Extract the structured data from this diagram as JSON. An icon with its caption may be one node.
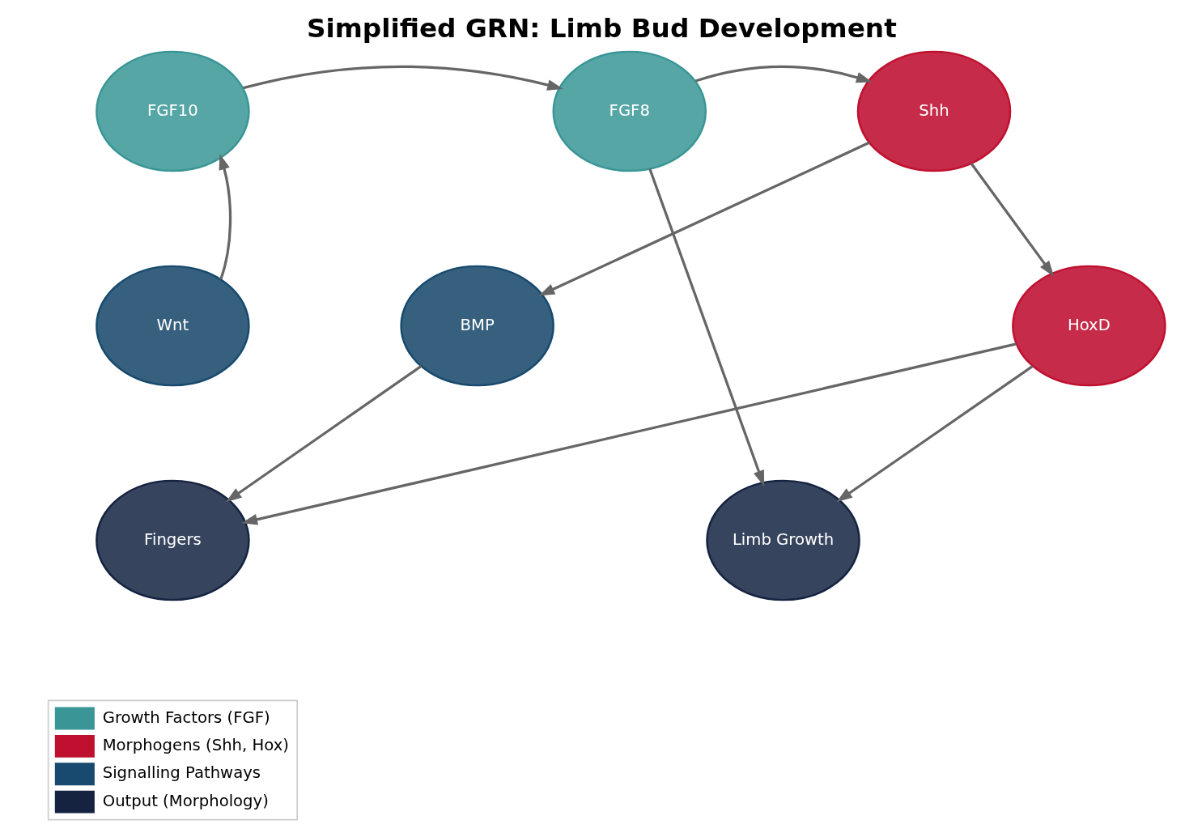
{
  "diagram": {
    "title": "Simplified GRN: Limb Bud Development",
    "nodes": [
      {
        "text": [
          "FGF10"
        ]
      },
      {
        "text": [
          "FGF8"
        ]
      },
      {
        "text": [
          "Shh"
        ]
      },
      {
        "text": [
          "Wnt"
        ]
      },
      {
        "text": [
          "BMP"
        ]
      },
      {
        "text": [
          "HoxD"
        ]
      },
      {
        "text": [
          "Fingers"
        ]
      },
      {
        "text": [
          "Limb Growth"
        ]
      }
    ],
    "edges": [
      {
        "from": 3,
        "to": 0,
        "arrow": "to"
      },
      {
        "from": 0,
        "to": 1,
        "arrow": "to"
      },
      {
        "from": 1,
        "to": 2,
        "arrow": "to"
      },
      {
        "from": 1,
        "to": 7,
        "arrow": "to"
      },
      {
        "from": 2,
        "to": 4,
        "arrow": "to"
      },
      {
        "from": 2,
        "to": 5,
        "arrow": "to"
      },
      {
        "from": 4,
        "to": 6,
        "arrow": "to"
      },
      {
        "from": 5,
        "to": 6,
        "arrow": "to"
      },
      {
        "from": 5,
        "to": 7,
        "arrow": "to"
      }
    ],
    "legend": [
      {
        "text": "Growth Factors (FGF)",
        "color": "#3a9696"
      },
      {
        "text": "Morphogens (Shh, Hox)",
        "color": "#c0102f"
      },
      {
        "text": "Signalling Pathways",
        "color": "#174a6e"
      },
      {
        "text": "Output (Morphology)",
        "color": "#152340"
      }
    ]
  }
}
